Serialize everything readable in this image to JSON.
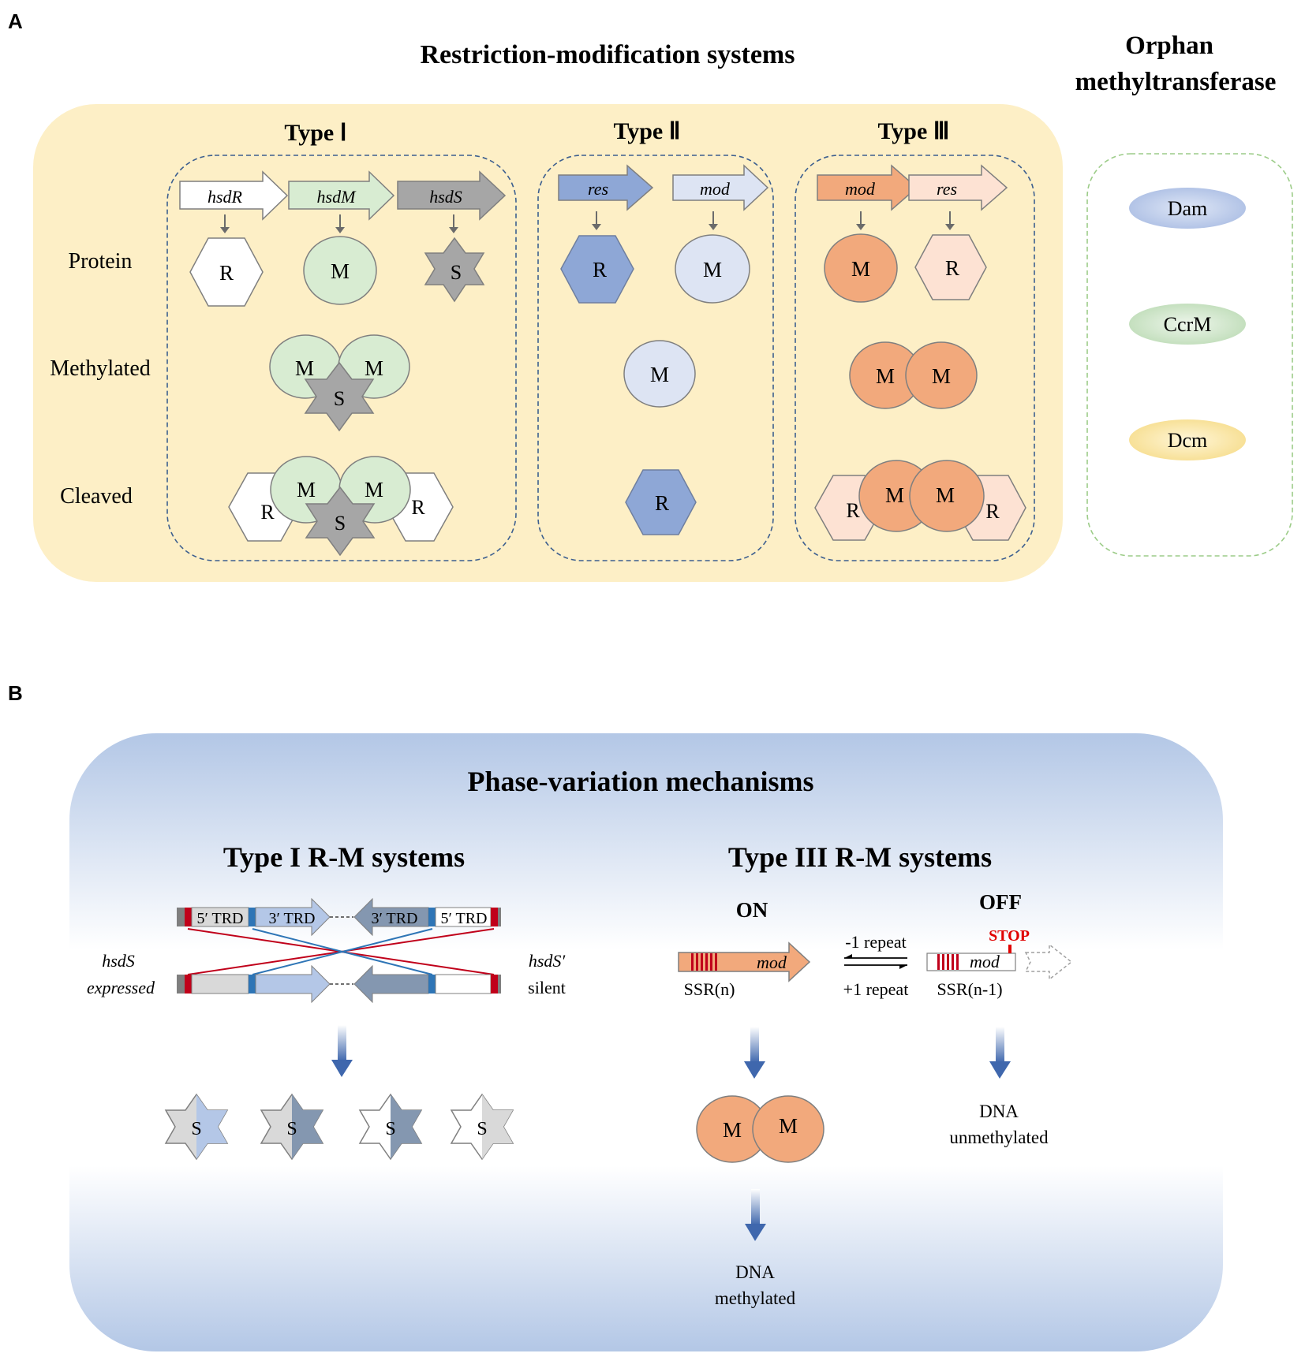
{
  "panelA": {
    "letter": "A",
    "rm_title": "Restriction-modification systems",
    "orphan_title_line1": "Orphan",
    "orphan_title_line2": "methyltransferase",
    "row_labels": {
      "protein": "Protein",
      "methylated": "Methylated",
      "cleaved": "Cleaved"
    },
    "type1": {
      "title": "Type Ⅰ",
      "genes": [
        "hsdR",
        "hsdM",
        "hsdS"
      ],
      "letters": {
        "R": "R",
        "M": "M",
        "S": "S"
      }
    },
    "type2": {
      "title": "Type Ⅱ",
      "genes": [
        "res",
        "mod"
      ],
      "letters": {
        "R": "R",
        "M": "M"
      }
    },
    "type3": {
      "title": "Type Ⅲ",
      "genes": [
        "mod",
        "res"
      ],
      "letters": {
        "R": "R",
        "M": "M"
      }
    },
    "orphans": [
      "Dam",
      "CcrM",
      "Dcm"
    ]
  },
  "panelB": {
    "letter": "B",
    "title": "Phase-variation mechanisms",
    "type1": {
      "title": "Type I R-M systems",
      "trd_5": "5′ TRD",
      "trd_3": "3′ TRD",
      "hsds_expressed_1": "hsdS",
      "hsds_expressed_2": "expressed",
      "hsds_silent_1": "hsdS′",
      "hsds_silent_2": "silent",
      "stars": [
        "S",
        "S",
        "S",
        "S"
      ]
    },
    "type3": {
      "title": "Type III R-M systems",
      "on": "ON",
      "off": "OFF",
      "stop": "STOP",
      "mod": "mod",
      "ssr_n": "SSR(n)",
      "ssr_n1": "SSR(n-1)",
      "minus_repeat": "-1 repeat",
      "plus_repeat": "+1 repeat",
      "m": "M",
      "dna_meth_1": "DNA",
      "dna_meth_2": "methylated",
      "dna_unmeth_1": "DNA",
      "dna_unmeth_2": "unmethylated"
    }
  },
  "colors": {
    "rm_box": "#fdefc6",
    "green": "#d8ecd2",
    "gray": "#a6a6a6",
    "blue": "#8ea7d6",
    "light_blue": "#dde4f3",
    "orange": "#f2a97c",
    "pink": "#fde2d3",
    "arrow_down": "#4a6fb0",
    "red": "#c0001a"
  }
}
